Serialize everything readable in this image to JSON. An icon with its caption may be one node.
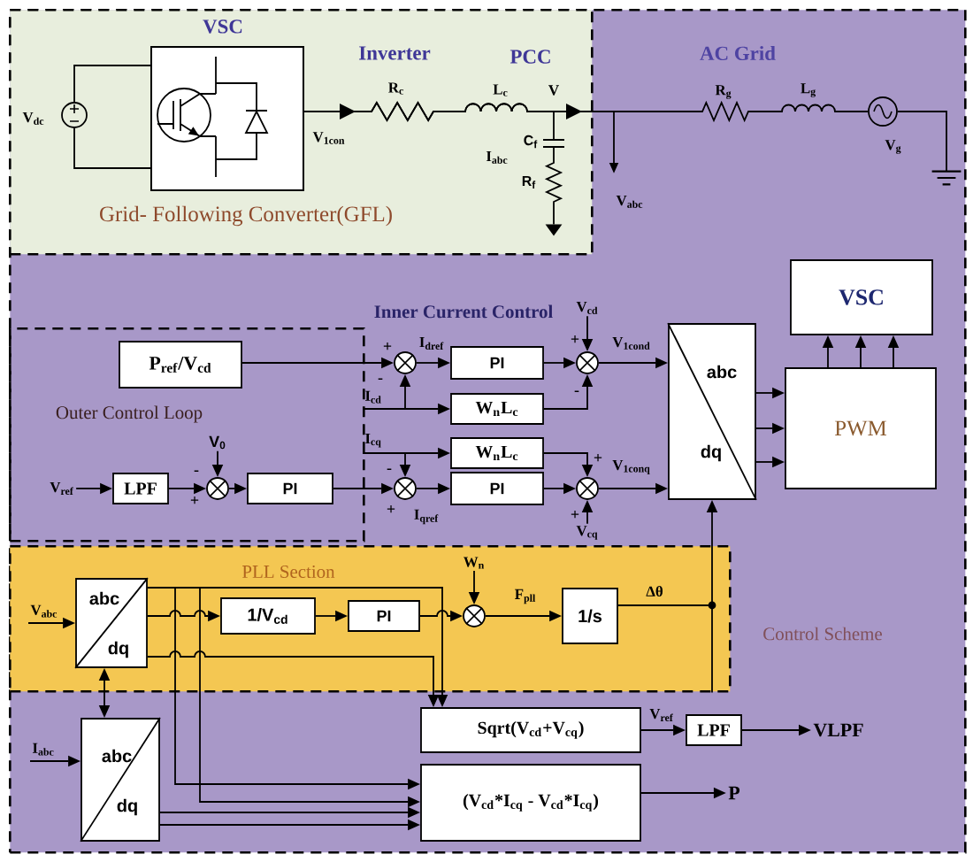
{
  "diagram": {
    "nodes": [
      {
        "text": [
          "Control Scheme"
        ]
      },
      {
        "text": [
          "Grid- Following Converter(GFL)"
        ],
        "in": 0
      },
      {
        "text": [
          "VSC"
        ],
        "beside": [
          "V$_{1con}$"
        ],
        "in": 1
      },
      {
        "text": [
          "VSC"
        ],
        "in": 0
      },
      {
        "text": [
          "Outer Control Loop"
        ],
        "in": 0
      },
      {
        "text": [
          "P$_{ref}$/V$_{cd}$"
        ],
        "in": 4
      },
      {
        "text": [
          "V$_{ref}$"
        ],
        "in": 4
      },
      {
        "text": [
          "LPF"
        ],
        "in": 4
      },
      {
        "text": [
          "V$_{0}$"
        ],
        "in": 4
      },
      {
        "text": [],
        "shape": "circle",
        "in": 4
      },
      {
        "text": [
          "PI"
        ],
        "in": 4
      },
      {
        "text": [
          "V$_{cd}$"
        ],
        "in": 0
      },
      {
        "text": [],
        "shape": "circle",
        "in": 0
      },
      {
        "text": [
          "PI"
        ],
        "in": 0
      },
      {
        "text": [],
        "shape": "circle",
        "in": 0
      },
      {
        "text": [
          "abc",
          "dq"
        ],
        "in": 0
      },
      {
        "text": [
          "PWM"
        ],
        "in": 0
      },
      {
        "text": [
          "I$_{cd}$"
        ],
        "in": 0
      },
      {
        "text": [
          "W$_{n}$L$_{c}$"
        ],
        "in": 0
      },
      {
        "text": [
          "I$_{cq}$"
        ],
        "in": 0
      },
      {
        "text": [
          "W$_{n}$L$_{c}$"
        ],
        "in": 0
      },
      {
        "text": [],
        "shape": "circle",
        "in": 0
      },
      {
        "text": [
          "PI"
        ],
        "in": 0
      },
      {
        "text": [],
        "shape": "circle",
        "in": 0
      },
      {
        "text": [
          "V$_{cq}$"
        ],
        "in": 0
      },
      {
        "text": [
          "PLL Section"
        ],
        "in": 0
      },
      {
        "text": [
          "W$_{n}$"
        ],
        "in": 25
      },
      {
        "text": [
          "V$_{abc}$"
        ],
        "in": 25
      },
      {
        "text": [
          "abc",
          "dq"
        ],
        "in": 25
      },
      {
        "text": [
          "1/V$_{cd}$"
        ],
        "in": 25
      },
      {
        "text": [
          "PI"
        ],
        "in": 25
      },
      {
        "text": [],
        "shape": "circle",
        "in": 25
      },
      {
        "text": [
          "1/s"
        ],
        "in": 25
      },
      {
        "text": [
          "I$_{abc}$"
        ],
        "in": 0
      },
      {
        "text": [
          "abc",
          "dq"
        ],
        "in": 0
      },
      {
        "text": [
          "Sqrt(V$_{cd}$+V$_{cq}$)"
        ],
        "in": 0
      },
      {
        "text": [
          "LPF"
        ],
        "in": 0
      },
      {
        "text": [
          "VLPF"
        ],
        "in": 0
      },
      {
        "text": [
          "(V$_{cd}$*I$_{cq}$ - V$_{cd}$*I$_{cq}$)"
        ],
        "in": 0
      },
      {
        "text": [
          "P"
        ],
        "in": 0
      },
      {
        "text": [],
        "shape": "circle",
        "beside": [
          "V$_{dc}$"
        ],
        "in": 1
      },
      {
        "text": [],
        "shape": "ground",
        "in": 1
      },
      {
        "text": [],
        "shape": "circle",
        "beside": [
          "V$_{g}$"
        ],
        "in": 0
      },
      {
        "text": [],
        "shape": "ground",
        "in": 0
      }
    ],
    "edges": [
      {
        "from": 6,
        "to": 7,
        "arrow": "to"
      },
      {
        "from": 7,
        "to": 9,
        "arrow": "to"
      },
      {
        "from": 8,
        "to": 9,
        "arrow": "to"
      },
      {
        "from": 9,
        "to": 10,
        "arrow": "to"
      },
      {
        "from": 10,
        "to": 21,
        "arrow": "to"
      },
      {
        "from": 5,
        "to": 12,
        "arrow": "to"
      },
      {
        "from": 12,
        "to": 13,
        "arrow": "to",
        "label": "I$_{dref}$"
      },
      {
        "from": 17,
        "to": 18,
        "arrow": "to"
      },
      {
        "from": 17,
        "to": 12,
        "arrow": "to"
      },
      {
        "from": 19,
        "to": 20,
        "arrow": "to"
      },
      {
        "from": 19,
        "to": 21,
        "arrow": "to"
      },
      {
        "from": 21,
        "to": 22,
        "arrow": "to",
        "label": "I$_{qref}$"
      },
      {
        "from": 13,
        "to": 14,
        "arrow": "to"
      },
      {
        "from": 18,
        "to": 14,
        "arrow": "to"
      },
      {
        "from": 20,
        "to": 23,
        "arrow": "to"
      },
      {
        "from": 22,
        "to": 23,
        "arrow": "to"
      },
      {
        "from": 11,
        "to": 14,
        "arrow": "to"
      },
      {
        "from": 24,
        "to": 23,
        "arrow": "to"
      },
      {
        "from": 14,
        "to": 15,
        "arrow": "to",
        "label": "V$_{1cond}$"
      },
      {
        "from": 23,
        "to": 15,
        "arrow": "to",
        "label": "V$_{1conq}$"
      },
      {
        "from": 15,
        "to": 16,
        "arrow": "to"
      },
      {
        "from": 15,
        "to": 16,
        "arrow": "to"
      },
      {
        "from": 15,
        "to": 16,
        "arrow": "to"
      },
      {
        "from": 16,
        "to": 3,
        "arrow": "to"
      },
      {
        "from": 16,
        "to": 3,
        "arrow": "to"
      },
      {
        "from": 16,
        "to": 3,
        "arrow": "to"
      },
      {
        "from": 27,
        "to": 28,
        "arrow": "to"
      },
      {
        "from": 28,
        "to": 29,
        "arrow": "to"
      },
      {
        "from": 29,
        "to": 30,
        "arrow": "to"
      },
      {
        "from": 30,
        "to": 31,
        "arrow": "to"
      },
      {
        "from": 26,
        "to": 31,
        "arrow": "to"
      },
      {
        "from": 31,
        "to": 32,
        "arrow": "to",
        "label": "F$_{pll}$"
      },
      {
        "from": 32,
        "to": 15,
        "arrow": "to",
        "label": "Δθ"
      },
      {
        "from": 28,
        "to": 34,
        "arrow": "both"
      },
      {
        "from": 33,
        "to": 34,
        "arrow": "to"
      },
      {
        "from": 28,
        "to": 35,
        "arrow": "to"
      },
      {
        "from": 28,
        "to": 35,
        "arrow": "to"
      },
      {
        "from": 28,
        "to": 38,
        "arrow": "to"
      },
      {
        "from": 28,
        "to": 38,
        "arrow": "to"
      },
      {
        "from": 34,
        "to": 38,
        "arrow": "to"
      },
      {
        "from": 34,
        "to": 38,
        "arrow": "to"
      },
      {
        "from": 35,
        "to": 36,
        "arrow": "to",
        "label": "V$_{ref}$"
      },
      {
        "from": 36,
        "to": 37,
        "arrow": "to"
      },
      {
        "from": 38,
        "to": 39,
        "arrow": "to"
      },
      {
        "from": 32,
        "to": 25,
        "arrow": "none"
      },
      {
        "from": 40,
        "to": 2,
        "arrow": "none"
      },
      {
        "from": 40,
        "to": 2,
        "arrow": "none"
      },
      {
        "from": 2,
        "to": 42,
        "arrow": "to"
      },
      {
        "from": 2,
        "to": 41,
        "arrow": "to"
      },
      {
        "from": 42,
        "to": 43,
        "arrow": "none"
      }
    ],
    "labels": [
      "Inverter",
      "PCC",
      "AC Grid",
      "R$_{c}$",
      "L$_{c}$",
      "V",
      "R$_{g}$",
      "L$_{g}$",
      "C$_{f}$",
      "I$_{abc}$",
      "R$_{f}$",
      "V$_{abc}$",
      "Inner Current Control",
      "+",
      "+",
      "-",
      "-",
      "+",
      "-",
      "-",
      "+",
      "+",
      "+"
    ]
  }
}
